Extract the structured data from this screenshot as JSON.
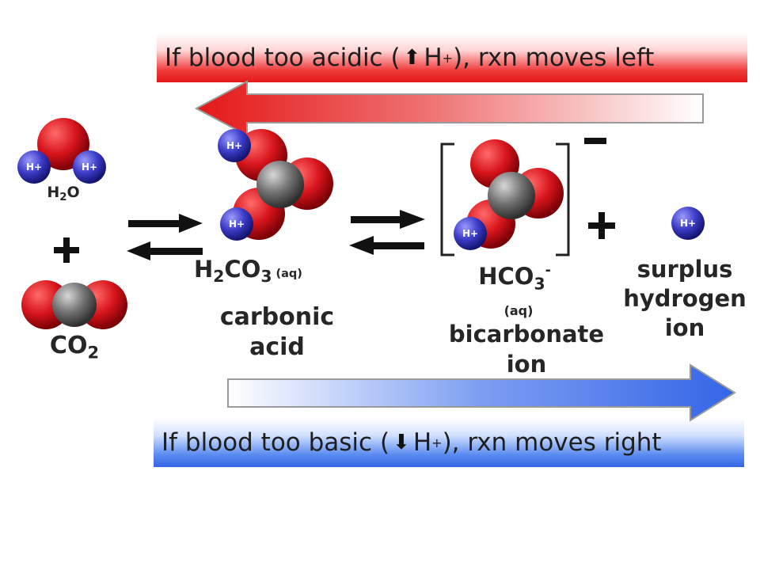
{
  "top_banner": {
    "prefix": "If blood too acidic (",
    "arrow_glyph": "⬆",
    "ion": "H",
    "ion_charge": "+",
    "suffix": "), rxn moves left"
  },
  "bottom_banner": {
    "prefix": "If blood too basic (",
    "arrow_glyph": "⬇",
    "ion": "H",
    "ion_charge": "+",
    "suffix": "), rxn moves right"
  },
  "colors": {
    "oxygen": "#d8151c",
    "hydrogen": "#3c3cc8",
    "carbon": "#707070",
    "acid_arrow": "#e41818",
    "base_arrow": "#3565e6"
  },
  "hydrogen_atom_label": "H+",
  "water": {
    "formula": "H",
    "sub": "2",
    "formula_end": "O"
  },
  "plus_left": "+",
  "co2": {
    "formula": "CO",
    "sub": "2"
  },
  "carbonic_acid": {
    "formula_a": "H",
    "sub_a": "2",
    "formula_b": "CO",
    "sub_b": "3",
    "state": " (aq)",
    "name_line1": "carbonic",
    "name_line2": "acid"
  },
  "bicarbonate": {
    "formula": "HCO",
    "sub": "3",
    "charge": "-",
    "state": "(aq)",
    "name_line1": "bicarbonate",
    "name_line2": "ion",
    "bracket_charge": "-"
  },
  "plus_right": "+",
  "surplus_ion": {
    "line1": "surplus",
    "line2": "hydrogen",
    "line3": "ion"
  }
}
